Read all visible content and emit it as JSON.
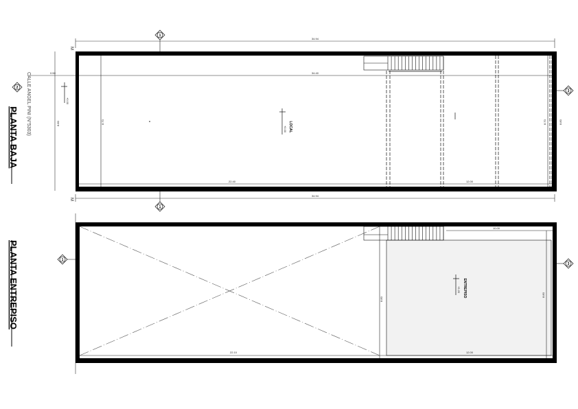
{
  "planta_baja": {
    "title": "PLANTA BAJA",
    "street": "CALLE ANGEL PINI (N°5303)",
    "room_label": "LOCAL",
    "level": "+0.00",
    "level_left": "+0.00",
    "dims": {
      "overall_top": "34.94",
      "overall_bottom": "34.94",
      "inner_top": "34.40",
      "left_bottom": "22.40",
      "right_bottom": "12.00",
      "height_left": "8.80",
      "height_inner_left": "8.70",
      "height_inner_right": "8.70",
      "height_right": "8.80",
      "small_left": "0.50"
    },
    "sections": [
      "1",
      "2",
      "3"
    ],
    "axis_markers": [
      "M",
      "M"
    ]
  },
  "planta_entrepiso": {
    "title": "PLANTA ENTREPISO",
    "room_label": "ENTREPISO",
    "level": "+3.20",
    "dims": {
      "left_bottom": "22.10",
      "right_bottom": "12.00",
      "top_right": "10.00",
      "height_mid": "8.80",
      "height_right": "8.80"
    },
    "sections": [
      "1",
      "3"
    ]
  }
}
